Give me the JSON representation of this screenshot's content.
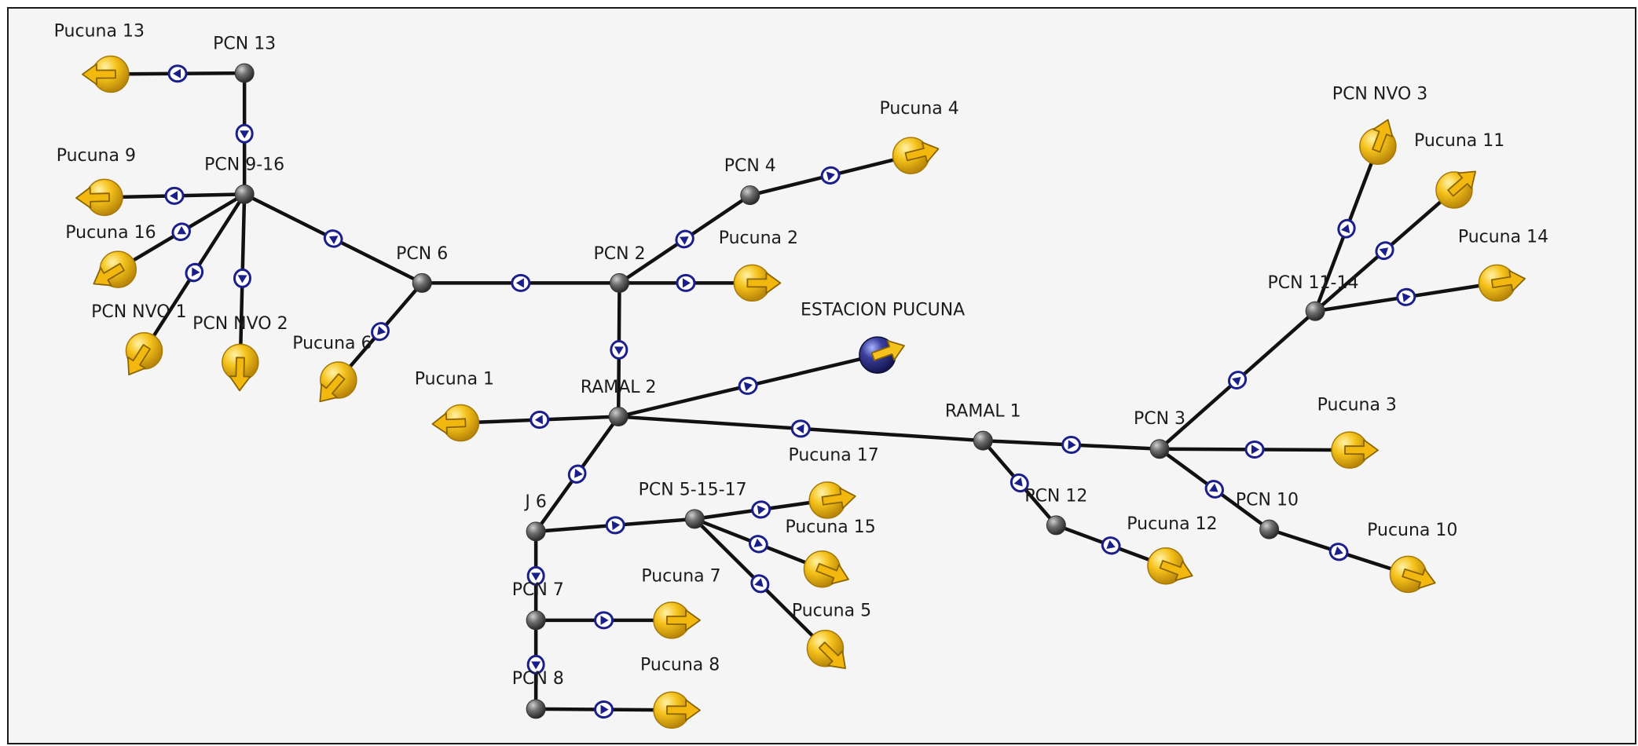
{
  "title": "",
  "colors": {
    "background": "#f5f5f5",
    "pipe": "#111111",
    "junction": "#555555",
    "well_gold": "#f2b80f",
    "station_navy": "#2b2f7a",
    "flow_marker": "#1b1f8a"
  },
  "nodes": [
    {
      "id": "pcn13",
      "label": "PCN 13",
      "kind": "junction"
    },
    {
      "id": "pcn916",
      "label": "PCN 9-16",
      "kind": "junction"
    },
    {
      "id": "pcn6",
      "label": "PCN 6",
      "kind": "junction"
    },
    {
      "id": "pcn2",
      "label": "PCN 2",
      "kind": "junction"
    },
    {
      "id": "pcn4",
      "label": "PCN 4",
      "kind": "junction"
    },
    {
      "id": "ramal2",
      "label": "RAMAL 2",
      "kind": "junction"
    },
    {
      "id": "j6",
      "label": "J 6",
      "kind": "junction"
    },
    {
      "id": "pcn51517",
      "label": "PCN 5-15-17",
      "kind": "junction"
    },
    {
      "id": "pcn7",
      "label": "PCN 7",
      "kind": "junction"
    },
    {
      "id": "pcn8",
      "label": "PCN 8",
      "kind": "junction"
    },
    {
      "id": "ramal1",
      "label": "RAMAL 1",
      "kind": "junction"
    },
    {
      "id": "pcn12",
      "label": "PCN 12",
      "kind": "junction"
    },
    {
      "id": "pcn3",
      "label": "PCN 3",
      "kind": "junction"
    },
    {
      "id": "pcn10",
      "label": "PCN 10",
      "kind": "junction"
    },
    {
      "id": "pcn1114",
      "label": "PCN 11-14",
      "kind": "junction"
    },
    {
      "id": "estacion",
      "label": "ESTACION PUCUNA",
      "kind": "station"
    },
    {
      "id": "pucuna13",
      "label": "Pucuna 13",
      "kind": "well"
    },
    {
      "id": "pucuna9",
      "label": "Pucuna 9",
      "kind": "well"
    },
    {
      "id": "pucuna16",
      "label": "Pucuna 16",
      "kind": "well"
    },
    {
      "id": "pcnnvo1",
      "label": "PCN NVO 1",
      "kind": "well"
    },
    {
      "id": "pcnnvo2",
      "label": "PCN NVO 2",
      "kind": "well"
    },
    {
      "id": "pucuna6",
      "label": "Pucuna 6",
      "kind": "well"
    },
    {
      "id": "pucuna4",
      "label": "Pucuna 4",
      "kind": "well"
    },
    {
      "id": "pucuna2",
      "label": "Pucuna 2",
      "kind": "well"
    },
    {
      "id": "pucuna1",
      "label": "Pucuna 1",
      "kind": "well"
    },
    {
      "id": "pucuna17",
      "label": "Pucuna 17",
      "kind": "well"
    },
    {
      "id": "pucuna15",
      "label": "Pucuna 15",
      "kind": "well"
    },
    {
      "id": "pucuna5",
      "label": "Pucuna 5",
      "kind": "well"
    },
    {
      "id": "pucuna7",
      "label": "Pucuna 7",
      "kind": "well"
    },
    {
      "id": "pucuna8",
      "label": "Pucuna 8",
      "kind": "well"
    },
    {
      "id": "pucuna12",
      "label": "Pucuna 12",
      "kind": "well"
    },
    {
      "id": "pucuna3",
      "label": "Pucuna 3",
      "kind": "well"
    },
    {
      "id": "pucuna10",
      "label": "Pucuna 10",
      "kind": "well"
    },
    {
      "id": "pcnnvo3",
      "label": "PCN NVO 3",
      "kind": "well"
    },
    {
      "id": "pucuna11",
      "label": "Pucuna 11",
      "kind": "well"
    },
    {
      "id": "pucuna14",
      "label": "Pucuna 14",
      "kind": "well"
    }
  ],
  "pipes": [
    {
      "from": "pcn13",
      "to": "pucuna13"
    },
    {
      "from": "pcn13",
      "to": "pcn916"
    },
    {
      "from": "pcn916",
      "to": "pucuna9"
    },
    {
      "from": "pcn916",
      "to": "pucuna16"
    },
    {
      "from": "pcn916",
      "to": "pcnnvo1"
    },
    {
      "from": "pcn916",
      "to": "pcnnvo2"
    },
    {
      "from": "pcn6",
      "to": "pcn916"
    },
    {
      "from": "pcn6",
      "to": "pucuna6"
    },
    {
      "from": "pcn2",
      "to": "pcn6"
    },
    {
      "from": "pcn2",
      "to": "pcn4"
    },
    {
      "from": "pcn4",
      "to": "pucuna4"
    },
    {
      "from": "pcn2",
      "to": "pucuna2"
    },
    {
      "from": "pcn2",
      "to": "ramal2"
    },
    {
      "from": "ramal2",
      "to": "estacion"
    },
    {
      "from": "ramal2",
      "to": "pucuna1"
    },
    {
      "from": "ramal2",
      "to": "j6"
    },
    {
      "from": "ramal1",
      "to": "ramal2"
    },
    {
      "from": "j6",
      "to": "pcn51517"
    },
    {
      "from": "pcn51517",
      "to": "pucuna17"
    },
    {
      "from": "pcn51517",
      "to": "pucuna15"
    },
    {
      "from": "pcn51517",
      "to": "pucuna5"
    },
    {
      "from": "j6",
      "to": "pcn7"
    },
    {
      "from": "pcn7",
      "to": "pucuna7"
    },
    {
      "from": "pcn7",
      "to": "pcn8"
    },
    {
      "from": "pcn8",
      "to": "pucuna8"
    },
    {
      "from": "ramal1",
      "to": "pcn3"
    },
    {
      "from": "ramal1",
      "to": "pcn12"
    },
    {
      "from": "pcn12",
      "to": "pucuna12"
    },
    {
      "from": "pcn3",
      "to": "pucuna3"
    },
    {
      "from": "pcn3",
      "to": "pcn10"
    },
    {
      "from": "pcn10",
      "to": "pucuna10"
    },
    {
      "from": "pcn3",
      "to": "pcn1114"
    },
    {
      "from": "pcn1114",
      "to": "pcnnvo3"
    },
    {
      "from": "pcn1114",
      "to": "pucuna11"
    },
    {
      "from": "pcn1114",
      "to": "pucuna14"
    }
  ]
}
